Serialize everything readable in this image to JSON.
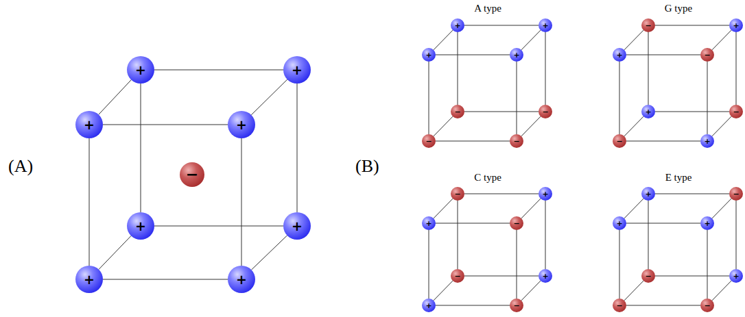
{
  "diagram": {
    "nodes": [
      {
        "text": [
          "+"
        ]
      },
      {
        "text": [
          "+"
        ]
      },
      {
        "text": [
          "+"
        ]
      },
      {
        "text": [
          "+"
        ]
      },
      {
        "text": [
          "+"
        ]
      },
      {
        "text": [
          "+"
        ]
      },
      {
        "text": [
          "+"
        ]
      },
      {
        "text": [
          "+"
        ]
      },
      {
        "text": [
          "−"
        ]
      },
      {
        "text": [
          "+"
        ]
      },
      {
        "text": [
          "+"
        ]
      },
      {
        "text": [
          "+"
        ]
      },
      {
        "text": [
          "+"
        ]
      },
      {
        "text": [
          "−"
        ]
      },
      {
        "text": [
          "−"
        ]
      },
      {
        "text": [
          "−"
        ]
      },
      {
        "text": [
          "−"
        ]
      },
      {
        "text": [
          "−"
        ]
      },
      {
        "text": [
          "+"
        ]
      },
      {
        "text": [
          "+"
        ]
      },
      {
        "text": [
          "−"
        ]
      },
      {
        "text": [
          "+"
        ]
      },
      {
        "text": [
          "−"
        ]
      },
      {
        "text": [
          "−"
        ]
      },
      {
        "text": [
          "+"
        ]
      },
      {
        "text": [
          "−"
        ]
      },
      {
        "text": [
          "+"
        ]
      },
      {
        "text": [
          "+"
        ]
      },
      {
        "text": [
          "−"
        ]
      },
      {
        "text": [
          "−"
        ]
      },
      {
        "text": [
          "+"
        ]
      },
      {
        "text": [
          "+"
        ]
      },
      {
        "text": [
          "−"
        ]
      },
      {
        "text": [
          "+"
        ]
      },
      {
        "text": [
          "−"
        ]
      },
      {
        "text": [
          "+"
        ]
      },
      {
        "text": [
          "+"
        ]
      },
      {
        "text": [
          "−"
        ]
      },
      {
        "text": [
          "+"
        ]
      },
      {
        "text": [
          "−"
        ]
      },
      {
        "text": [
          "−"
        ]
      }
    ],
    "edges": [
      {
        "from": 0,
        "to": 1,
        "arrow": "none"
      },
      {
        "from": 2,
        "to": 3,
        "arrow": "none"
      },
      {
        "from": 0,
        "to": 2,
        "arrow": "none"
      },
      {
        "from": 1,
        "to": 3,
        "arrow": "none"
      },
      {
        "from": 4,
        "to": 5,
        "arrow": "none"
      },
      {
        "from": 6,
        "to": 7,
        "arrow": "none"
      },
      {
        "from": 4,
        "to": 6,
        "arrow": "none"
      },
      {
        "from": 5,
        "to": 7,
        "arrow": "none"
      },
      {
        "from": 0,
        "to": 4,
        "arrow": "none"
      },
      {
        "from": 1,
        "to": 5,
        "arrow": "none"
      },
      {
        "from": 2,
        "to": 6,
        "arrow": "none"
      },
      {
        "from": 3,
        "to": 7,
        "arrow": "none"
      },
      {
        "from": 9,
        "to": 10,
        "arrow": "none"
      },
      {
        "from": 11,
        "to": 12,
        "arrow": "none"
      },
      {
        "from": 9,
        "to": 11,
        "arrow": "none"
      },
      {
        "from": 10,
        "to": 12,
        "arrow": "none"
      },
      {
        "from": 13,
        "to": 14,
        "arrow": "none"
      },
      {
        "from": 15,
        "to": 16,
        "arrow": "none"
      },
      {
        "from": 13,
        "to": 15,
        "arrow": "none"
      },
      {
        "from": 14,
        "to": 16,
        "arrow": "none"
      },
      {
        "from": 9,
        "to": 13,
        "arrow": "none"
      },
      {
        "from": 10,
        "to": 14,
        "arrow": "none"
      },
      {
        "from": 11,
        "to": 15,
        "arrow": "none"
      },
      {
        "from": 12,
        "to": 16,
        "arrow": "none"
      },
      {
        "from": 17,
        "to": 18,
        "arrow": "none"
      },
      {
        "from": 19,
        "to": 20,
        "arrow": "none"
      },
      {
        "from": 17,
        "to": 19,
        "arrow": "none"
      },
      {
        "from": 18,
        "to": 20,
        "arrow": "none"
      },
      {
        "from": 21,
        "to": 22,
        "arrow": "none"
      },
      {
        "from": 23,
        "to": 24,
        "arrow": "none"
      },
      {
        "from": 21,
        "to": 23,
        "arrow": "none"
      },
      {
        "from": 22,
        "to": 24,
        "arrow": "none"
      },
      {
        "from": 17,
        "to": 21,
        "arrow": "none"
      },
      {
        "from": 18,
        "to": 22,
        "arrow": "none"
      },
      {
        "from": 19,
        "to": 23,
        "arrow": "none"
      },
      {
        "from": 20,
        "to": 24,
        "arrow": "none"
      },
      {
        "from": 25,
        "to": 26,
        "arrow": "none"
      },
      {
        "from": 27,
        "to": 28,
        "arrow": "none"
      },
      {
        "from": 25,
        "to": 27,
        "arrow": "none"
      },
      {
        "from": 26,
        "to": 28,
        "arrow": "none"
      },
      {
        "from": 29,
        "to": 30,
        "arrow": "none"
      },
      {
        "from": 31,
        "to": 32,
        "arrow": "none"
      },
      {
        "from": 29,
        "to": 31,
        "arrow": "none"
      },
      {
        "from": 30,
        "to": 32,
        "arrow": "none"
      },
      {
        "from": 25,
        "to": 29,
        "arrow": "none"
      },
      {
        "from": 26,
        "to": 30,
        "arrow": "none"
      },
      {
        "from": 27,
        "to": 31,
        "arrow": "none"
      },
      {
        "from": 28,
        "to": 32,
        "arrow": "none"
      },
      {
        "from": 33,
        "to": 34,
        "arrow": "none"
      },
      {
        "from": 35,
        "to": 36,
        "arrow": "none"
      },
      {
        "from": 33,
        "to": 35,
        "arrow": "none"
      },
      {
        "from": 34,
        "to": 36,
        "arrow": "none"
      },
      {
        "from": 37,
        "to": 38,
        "arrow": "none"
      },
      {
        "from": 39,
        "to": 40,
        "arrow": "none"
      },
      {
        "from": 37,
        "to": 39,
        "arrow": "none"
      },
      {
        "from": 38,
        "to": 40,
        "arrow": "none"
      },
      {
        "from": 33,
        "to": 37,
        "arrow": "none"
      },
      {
        "from": 34,
        "to": 38,
        "arrow": "none"
      },
      {
        "from": 35,
        "to": 39,
        "arrow": "none"
      },
      {
        "from": 36,
        "to": 40,
        "arrow": "none"
      }
    ],
    "labels": [
      "(A)",
      "(B)",
      "A type",
      "G type",
      "C type",
      "E type"
    ]
  }
}
